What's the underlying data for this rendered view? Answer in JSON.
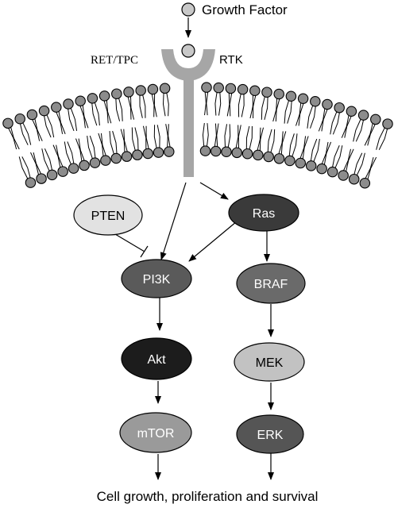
{
  "ligand": {
    "label": "Growth Factor"
  },
  "receptor": {
    "left_label": "RET/TPC",
    "right_label": "RTK"
  },
  "nodes": {
    "pten": "PTEN",
    "ras": "Ras",
    "pi3k": "PI3K",
    "braf": "BRAF",
    "akt": "Akt",
    "mek": "MEK",
    "mtor": "mTOR",
    "erk": "ERK"
  },
  "outcome": {
    "label": "Cell growth, proliferation and survival"
  },
  "colors": {
    "lipid_head": "#8c8c8c",
    "receptor": "#a6a6a6",
    "pten": "#e2e2e2",
    "ras": "#3a3a3a",
    "pi3k": "#5a5a5a",
    "braf": "#6a6a6a",
    "akt": "#1c1c1c",
    "mek": "#c2c2c2",
    "mtor": "#9a9a9a",
    "erk": "#555555"
  }
}
